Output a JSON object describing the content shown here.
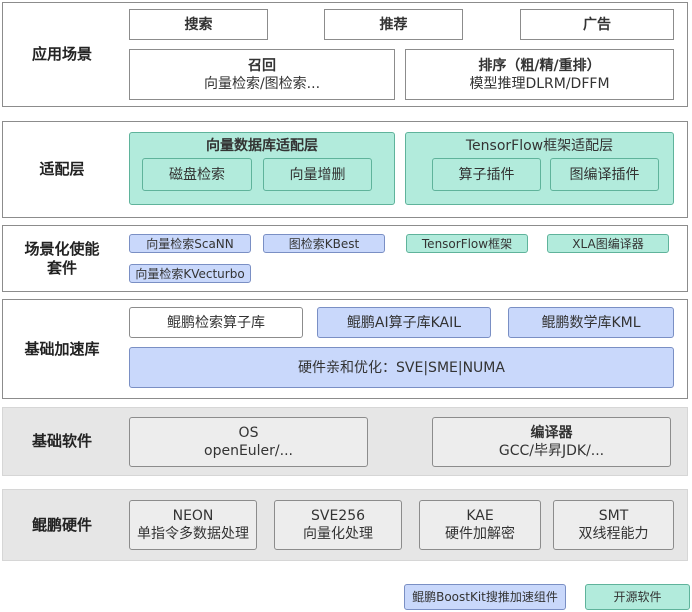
{
  "app": {
    "label": "应用场景",
    "search": "搜索",
    "recommend": "推荐",
    "ads": "广告",
    "recall_title": "召回",
    "recall_sub": "向量检索/图检索...",
    "rank_title": "排序（粗/精/重排）",
    "rank_sub": "模型推理DLRM/DFFM"
  },
  "adapter": {
    "label": "适配层",
    "vecdb_title": "向量数据库适配层",
    "disk_search": "磁盘检索",
    "vec_incdel": "向量增删",
    "tf_title": "TensorFlow框架适配层",
    "op_plugin": "算子插件",
    "graph_plugin": "图编译插件"
  },
  "scene": {
    "label": "场景化使能套件",
    "label_line1": "场景化使能",
    "label_line2": "套件",
    "scann": "向量检索ScaNN",
    "kbest": "图检索KBest",
    "tf": "TensorFlow框架",
    "xla": "XLA图编译器",
    "kvecturbo": "向量检索KVecturbo"
  },
  "accel": {
    "label": "基础加速库",
    "retrieval_lib": "鲲鹏检索算子库",
    "kail": "鲲鹏AI算子库KAIL",
    "kml": "鲲鹏数学库KML",
    "hw_affinity": "硬件亲和优化：SVE|SME|NUMA"
  },
  "software": {
    "label": "基础软件",
    "os_title": "OS",
    "os_sub": "openEuler/...",
    "compiler_title": "编译器",
    "compiler_sub": "GCC/毕昇JDK/..."
  },
  "hardware": {
    "label": "鲲鹏硬件",
    "neon_title": "NEON",
    "neon_sub": "单指令多数据处理",
    "sve_title": "SVE256",
    "sve_sub": "向量化处理",
    "kae_title": "KAE",
    "kae_sub": "硬件加解密",
    "smt_title": "SMT",
    "smt_sub": "双线程能力"
  },
  "legend": {
    "boostkit": "鲲鹏BoostKit搜推加速组件",
    "opensource": "开源软件"
  },
  "colors": {
    "boostkit": "#c9d8fb",
    "opensource": "#b2ebdc",
    "base_layer": "#e6e6e6"
  }
}
